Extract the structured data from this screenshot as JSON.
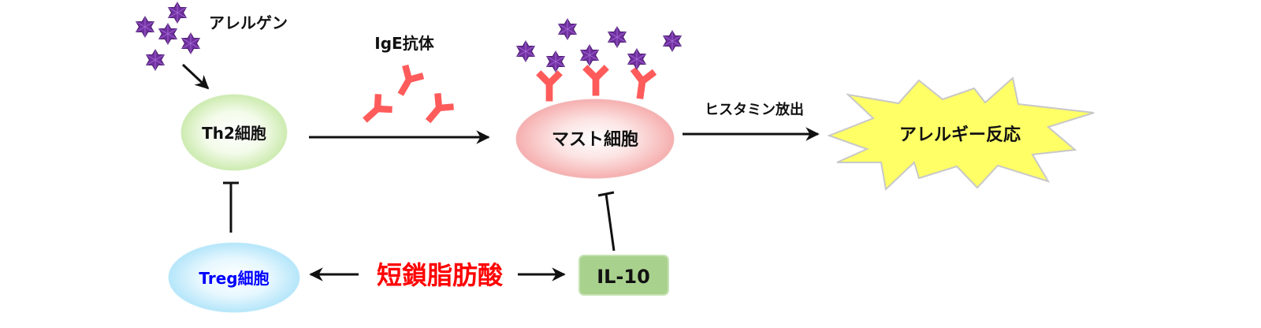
{
  "allergen": {
    "label": "アレルゲン"
  },
  "th2": {
    "label": "Th2細胞"
  },
  "ige": {
    "label": "IgE抗体"
  },
  "mast": {
    "label": "マスト細胞"
  },
  "histamine": {
    "label": "ヒスタミン放出"
  },
  "reaction": {
    "label": "アレルギー反応"
  },
  "treg": {
    "label": "Treg細胞"
  },
  "scfa": {
    "label": "短鎖脂肪酸"
  },
  "il10": {
    "label": "IL-10"
  },
  "icons": {
    "allergen": "allergen-star-icon",
    "antibody": "ige-antibody-icon",
    "reaction": "explosion-burst-icon"
  },
  "colors": {
    "allergen_star": "#7030A0",
    "antibody": "#FF5B5B",
    "th2_cell": "#CDEBB0",
    "mast_cell": "#F6AFAF",
    "treg_cell": "#B5E6FA",
    "il10_box": "#A9D18E",
    "scfa_text": "#FF0000",
    "treg_text": "#0000FF",
    "reaction_burst": "#FFFF66"
  }
}
